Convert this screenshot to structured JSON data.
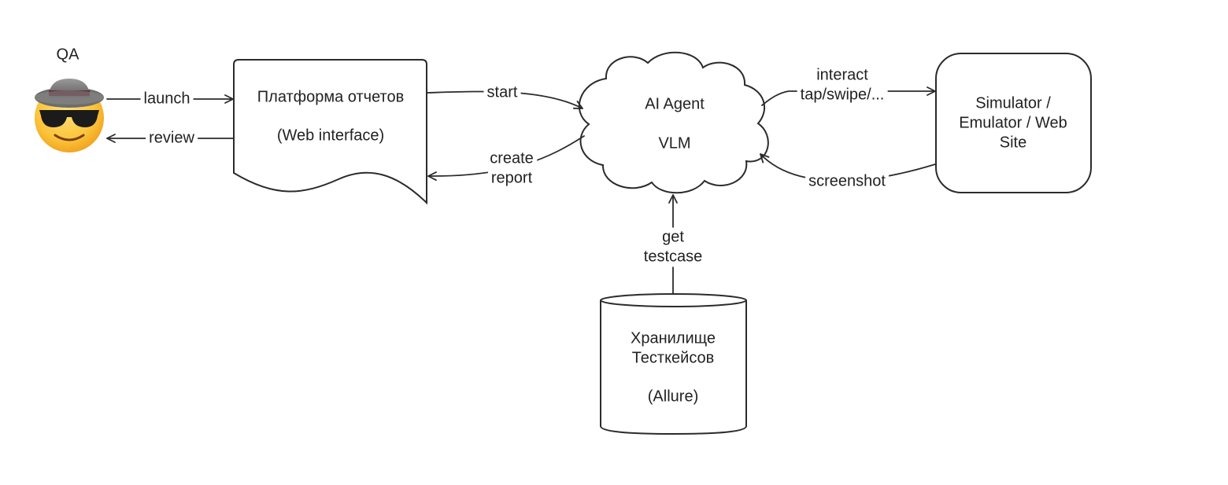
{
  "actor": {
    "label": "QA",
    "icon": "cowboy-sunglasses-emoji-icon"
  },
  "nodes": {
    "report_platform": {
      "title": "Платформа отчетов",
      "subtitle": "(Web interface)",
      "shape": "document"
    },
    "ai_agent": {
      "line1": "AI Agent",
      "line2": "VLM",
      "shape": "cloud"
    },
    "simulator": {
      "line1": "Simulator /",
      "line2": "Emulator / Web",
      "line3": "Site",
      "shape": "rounded-rectangle"
    },
    "storage": {
      "line1": "Хранилище",
      "line2": "Тесткейсов",
      "line3": "(Allure)",
      "shape": "cylinder"
    }
  },
  "edges": {
    "launch": "launch",
    "review": "review",
    "start": "start",
    "create_report_1": "create",
    "create_report_2": "report",
    "interact_1": "interact",
    "interact_2": "tap/swipe/...",
    "screenshot": "screenshot",
    "get_testcase_1": "get",
    "get_testcase_2": "testcase"
  },
  "colors": {
    "stroke": "#2b2b2b",
    "text": "#222222",
    "background": "#ffffff"
  }
}
